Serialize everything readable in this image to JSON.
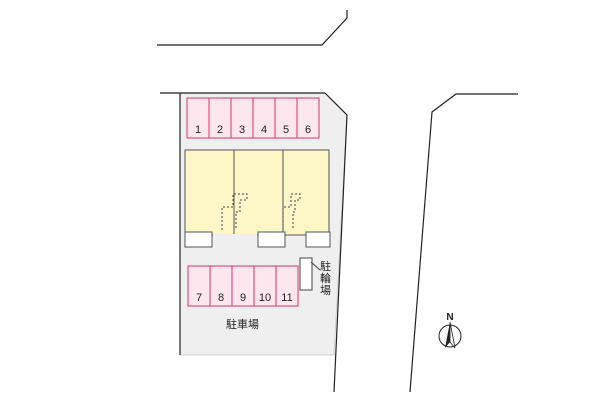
{
  "parking_spaces_top": [
    "1",
    "2",
    "3",
    "4",
    "5",
    "6"
  ],
  "parking_spaces_bottom": [
    "7",
    "8",
    "9",
    "10",
    "11"
  ],
  "parking_label": "駐車場",
  "bicycle_parking_label": [
    "駐",
    "輪",
    "場"
  ],
  "compass": {
    "label": "N"
  },
  "colors": {
    "parking_fill": "#fde6ee",
    "parking_stroke": "#e0306a",
    "building_fill": "#fdf7c8",
    "lot_fill": "#efefef",
    "line": "#222222"
  }
}
